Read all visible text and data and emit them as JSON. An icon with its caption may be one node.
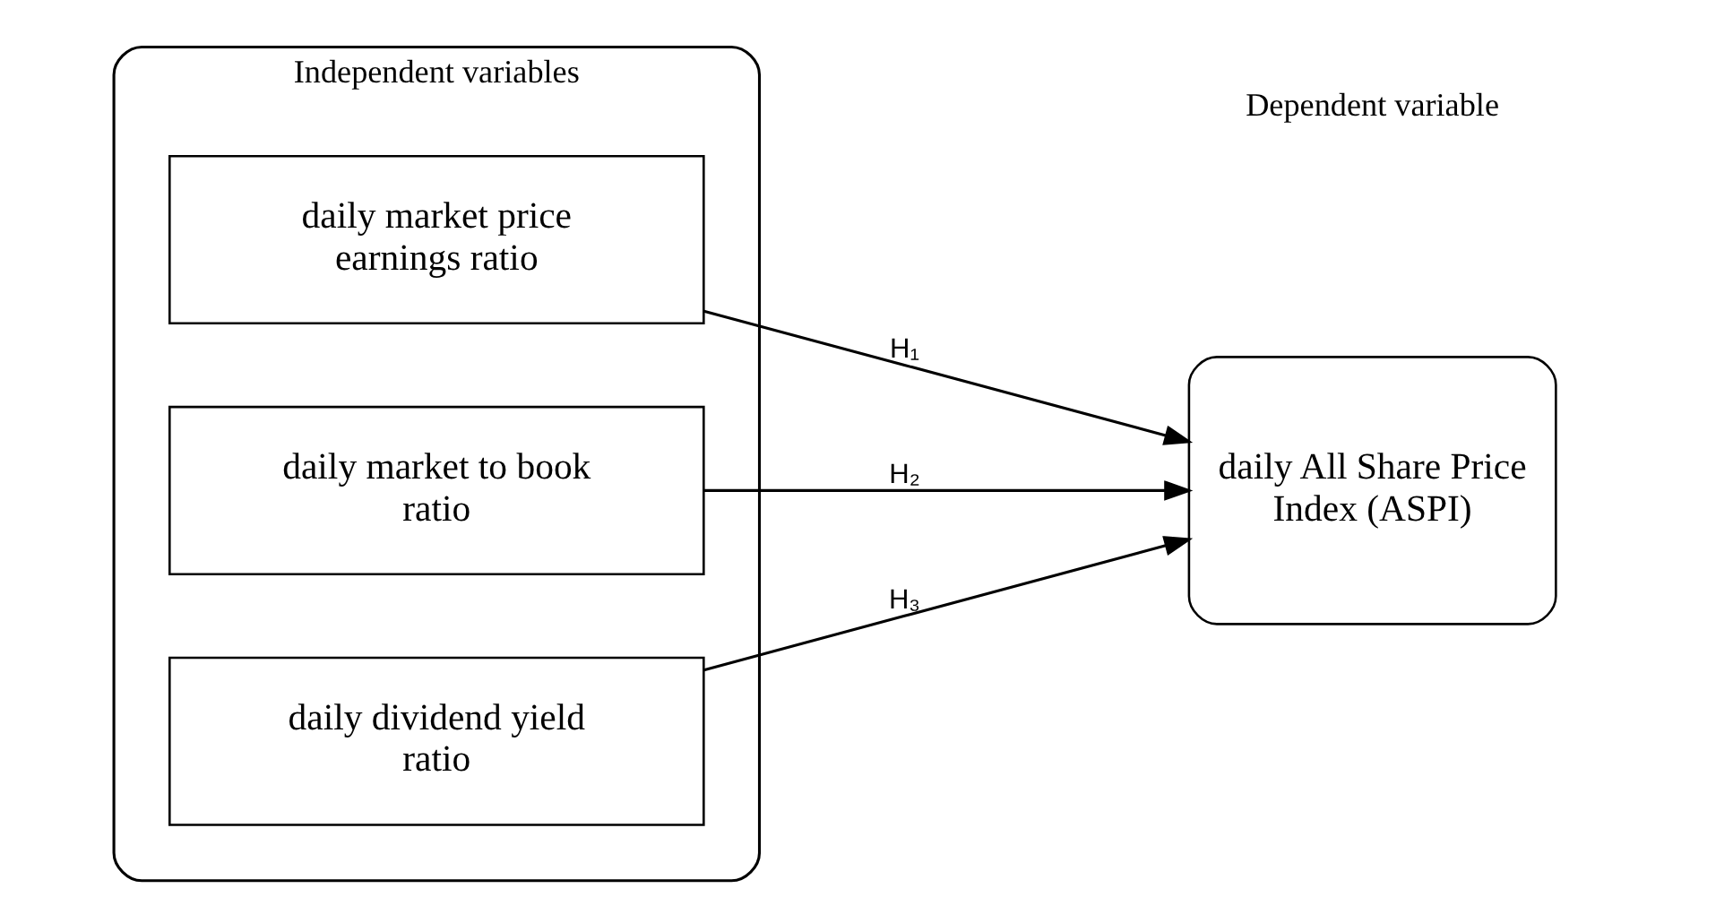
{
  "diagram": {
    "nodes": [
      {
        "text": [
          "Independent variables"
        ]
      },
      {
        "text": [
          "daily market price earnings ratio"
        ],
        "in": 0
      },
      {
        "text": [
          "daily market to book ratio"
        ],
        "in": 0
      },
      {
        "text": [
          "daily dividend yield ratio"
        ],
        "in": 0
      },
      {
        "text": [
          "daily All Share Price Index (ASPI)"
        ]
      }
    ],
    "edges": [
      {
        "from": 1,
        "to": 4,
        "arrow": "to",
        "label": "H₁"
      },
      {
        "from": 2,
        "to": 4,
        "arrow": "to",
        "label": "H₂"
      },
      {
        "from": 3,
        "to": 4,
        "arrow": "to",
        "label": "H₃"
      }
    ],
    "labels": [
      "Dependent variable"
    ]
  }
}
